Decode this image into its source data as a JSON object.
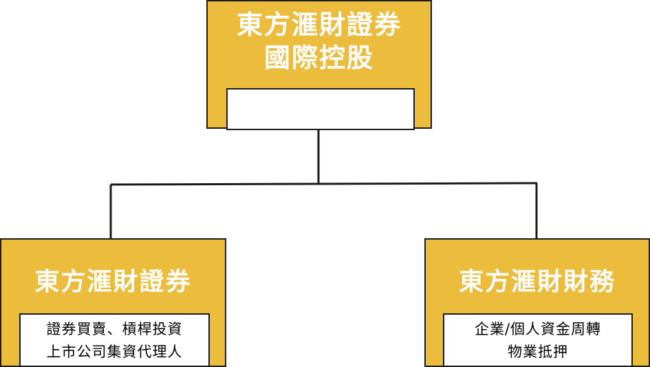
{
  "nodes": {
    "top": {
      "title_line1": "東方滙財證券",
      "title_line2": "國際控股",
      "box_text": ""
    },
    "left": {
      "title": "東方滙財證券",
      "box_line1": "證券買賣、槓桿投資",
      "box_line2": "上市公司集資代理人"
    },
    "right": {
      "title": "東方滙財財務",
      "box_line1": "企業/個人資金周轉",
      "box_line2": "物業抵押"
    }
  },
  "colors": {
    "node_fill": "#ecbd3c",
    "node_text": "#ffffff",
    "border": "#1a1a1a",
    "box_fill": "#ffffff"
  }
}
